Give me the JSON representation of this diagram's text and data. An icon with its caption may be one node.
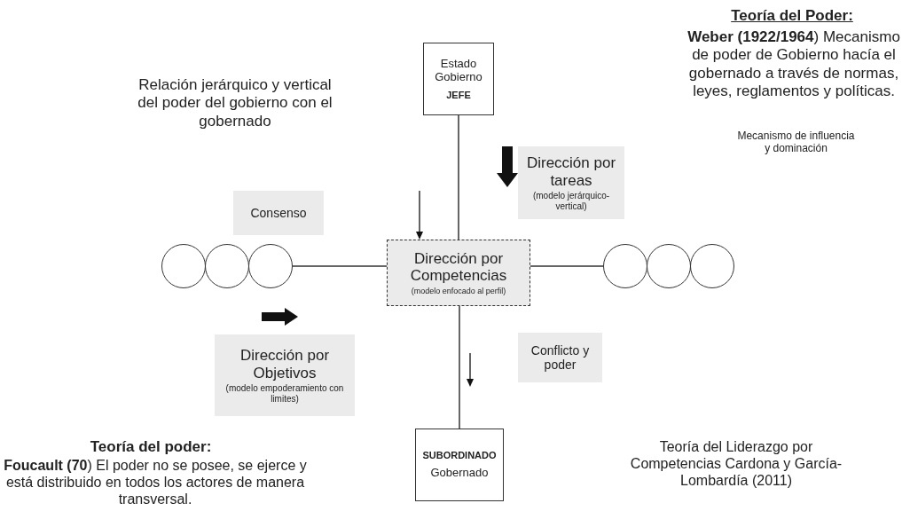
{
  "diagram": {
    "nodes": [
      {
        "text": [
          "Estado Gobierno",
          "JEFE"
        ]
      },
      {
        "text": [
          "Dirección por tareas",
          "(modelo jerárquico-vertical)"
        ]
      },
      {
        "text": [
          "Consenso"
        ]
      },
      {
        "text": [],
        "shape": "circle"
      },
      {
        "text": [],
        "shape": "circle"
      },
      {
        "text": [],
        "shape": "circle"
      },
      {
        "text": [
          "Dirección por Competencias",
          "(modelo enfocado al perfil)"
        ]
      },
      {
        "text": [],
        "shape": "circle"
      },
      {
        "text": [],
        "shape": "circle"
      },
      {
        "text": [],
        "shape": "circle"
      },
      {
        "text": [
          "Conflicto y poder"
        ]
      },
      {
        "text": [
          "Dirección por Objetivos",
          "(modelo empoderamiento con limites)"
        ]
      },
      {
        "text": [
          "SUBORDINADO",
          "Gobernado"
        ]
      }
    ],
    "edges": [
      {
        "from": 0,
        "to": 6,
        "arrow": "none"
      },
      {
        "from": 5,
        "to": 6,
        "arrow": "none"
      },
      {
        "from": 6,
        "to": 7,
        "arrow": "none"
      },
      {
        "from": 6,
        "to": 12,
        "arrow": "none"
      }
    ],
    "labels": [
      "Teoría del Poder:",
      "Relación jerárquico y vertical del poder del gobierno con el gobernado",
      "**Weber (1922/1964**) Mecanismo de poder de Gobierno hacía el gobernado a través de normas, leyes, reglamentos y políticas.",
      "Mecanismo de influencia y dominación",
      "Teoría del poder:",
      "**Foucault (70**) El poder no se posee, se ejerce y está distribuido en todos los actores de manera transversal.",
      "Teoría del Liderazgo por Competencias Cardona y García-Lombardía (2011)"
    ]
  }
}
